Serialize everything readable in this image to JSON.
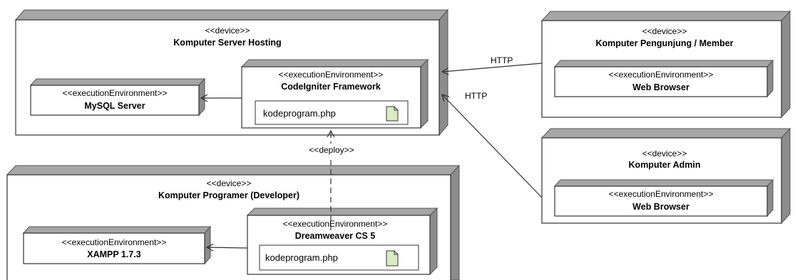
{
  "server": {
    "stereotype": "<<device>>",
    "name": "Komputer Server Hosting",
    "mysql": {
      "stereotype": "<<executionEnvironment>>",
      "name": "MySQL Server"
    },
    "codeigniter": {
      "stereotype": "<<executionEnvironment>>",
      "name": "CodeIgniter Framework",
      "artifact": "kodeprogram.php"
    }
  },
  "visitor": {
    "stereotype": "<<device>>",
    "name": "Komputer Pengunjung / Member",
    "browser": {
      "stereotype": "<<executionEnvironment>>",
      "name": "Web Browser"
    }
  },
  "admin": {
    "stereotype": "<<device>>",
    "name": "Komputer Admin",
    "browser": {
      "stereotype": "<<executionEnvironment>>",
      "name": "Web Browser"
    }
  },
  "developer": {
    "stereotype": "<<device>>",
    "name": "Komputer Programer (Developer)",
    "xampp": {
      "stereotype": "<<executionEnvironment>>",
      "name": "XAMPP 1.7.3"
    },
    "dreamweaver": {
      "stereotype": "<<executionEnvironment>>",
      "name": "Dreamweaver CS 5",
      "artifact": "kodeprogram.php"
    }
  },
  "connectors": {
    "http_visitor": "HTTP",
    "http_admin": "HTTP",
    "deploy": "<<deploy>>"
  },
  "colors": {
    "node_top": "#a6a6a6",
    "node_side": "#8c8c8c",
    "line": "#333333",
    "artifact_icon": "#d9ecc4"
  }
}
